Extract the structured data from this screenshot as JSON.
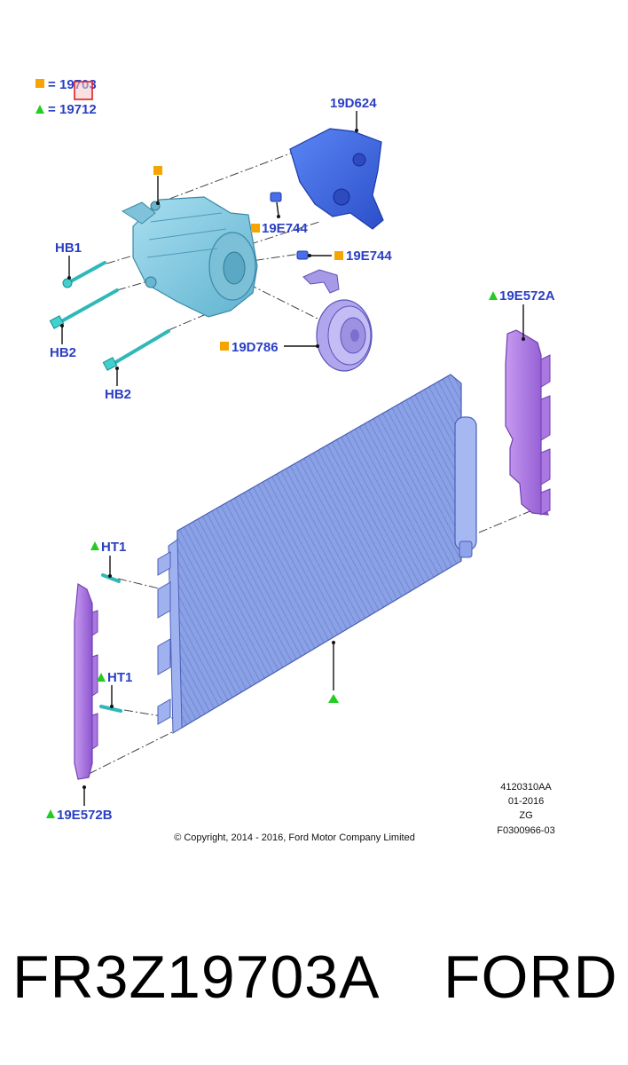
{
  "legend": [
    {
      "marker": "square",
      "color": "#f5a400",
      "eq": "=",
      "code": "19703"
    },
    {
      "marker": "triangle",
      "color": "#22cc22",
      "eq": "=",
      "code": "19712"
    }
  ],
  "callouts": {
    "bracket": "19D624",
    "sensor_upper": "19E744",
    "sensor_lower": "19E744",
    "bolt_hb1": "HB1",
    "bolt_hb2_a": "HB2",
    "bolt_hb2_b": "HB2",
    "clutch": "19D786",
    "seal_right": "19E572A",
    "seal_left": "19E572B",
    "fastener_ht1_a": "HT1",
    "fastener_ht1_b": "HT1"
  },
  "illustration_meta": [
    "4120310AA",
    "01-2016",
    "ZG",
    "F0300966-03"
  ],
  "copyright": "© Copyright, 2014 - 2016, Ford Motor Company Limited",
  "footer": {
    "part_number": "FR3Z19703A",
    "brand": "FORD"
  },
  "colors": {
    "callout": "#2a3fc4",
    "compressor": "#8fcde0",
    "bracket": "#4a6ee8",
    "condenser": "#7f96e0",
    "seal": "#b07ae0",
    "bolt": "#3fd0d0",
    "legend_square": "#f5a400",
    "legend_triangle": "#22cc22",
    "highlight": "#e02020"
  }
}
